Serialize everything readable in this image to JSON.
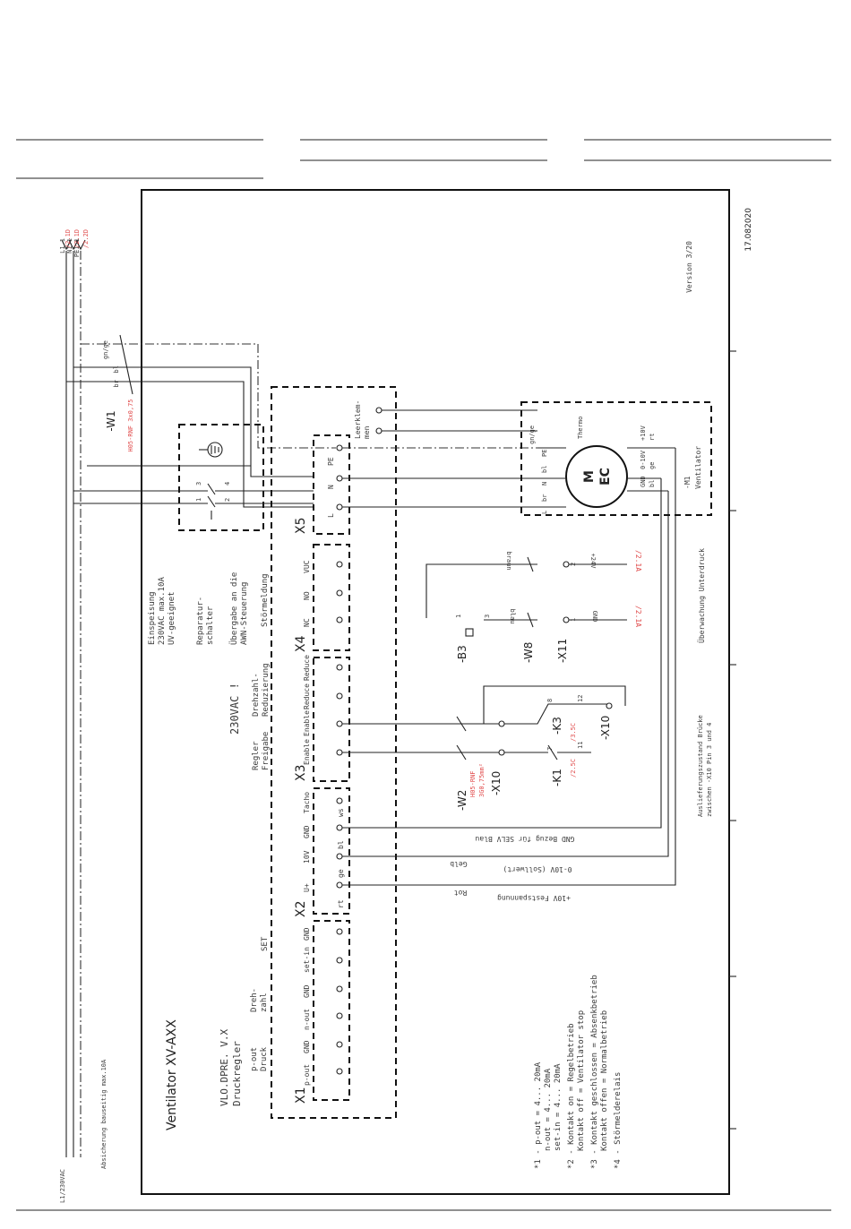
{
  "header": {
    "blocks": 3
  },
  "date": "17.082020",
  "version": "Version 3/20",
  "supply": {
    "lines": [
      "L1.1",
      "N1.1",
      "PE1.1"
    ],
    "refs": [
      "/2.1D",
      "/2.1D",
      "/2.2D"
    ],
    "bottom_label": "L1/230VAC",
    "fuse_note": "Absicherung bauseitig max.10A"
  },
  "cable_w1": {
    "id": "-W1",
    "type": "H05-RNF 3x0,75",
    "wires": [
      "gn/ge",
      "bl",
      "br"
    ]
  },
  "repair_switch": {
    "terms": [
      "1",
      "3",
      "2",
      "4"
    ]
  },
  "notes_rotated": {
    "einspeisung": [
      "Einspeisung",
      "230VAC max.10A",
      "UV-geeignet"
    ],
    "reparatur": [
      "Reparatur-",
      "schalter"
    ],
    "uebergabe": [
      "Übergabe an die",
      "AWN-Steuerung"
    ],
    "stoermeldung": "Störmeldung",
    "v230": "230VAC !",
    "regler": [
      "Regler",
      "Freigabe"
    ],
    "drehzahl": [
      "Drehzahl-",
      "Reduzierung"
    ],
    "controller": [
      "VLO.DPRE. V.X",
      "Druckregler"
    ],
    "title": "Ventilator XV-AXX",
    "pout": [
      "p-out",
      "Druck"
    ],
    "drehzahl2": [
      "Dreh-",
      "zahl"
    ],
    "set": "SET"
  },
  "x5": {
    "id": "X5",
    "terms": [
      "L",
      "N",
      "PE"
    ],
    "leer": [
      "Leerklem-",
      "men"
    ]
  },
  "x4": {
    "id": "X4",
    "terms": [
      "VUC",
      "NO",
      "NC"
    ]
  },
  "x3": {
    "id": "X3",
    "terms": [
      "Reduce",
      "Reduce",
      "Enable",
      "Enable"
    ]
  },
  "x2": {
    "id": "X2",
    "terms": [
      "Tacho",
      "GND",
      "10V",
      "U+"
    ],
    "wires": [
      "ws",
      "bl",
      "ge",
      "rt"
    ]
  },
  "x1": {
    "id": "X1",
    "terms": [
      "GND",
      "set-in",
      "GND",
      "n-out",
      "GND",
      "p-out"
    ]
  },
  "motor": {
    "id": "-M1",
    "name": "Ventilator",
    "symbol": [
      "M",
      "EC"
    ],
    "left_terms": [
      "PE",
      "bl",
      "N",
      "br",
      "L"
    ],
    "left_wires": [
      "gn/ge"
    ],
    "right_terms": [
      "+10V",
      "rt",
      "0-10V",
      "ge",
      "GND",
      "bl"
    ],
    "thermo": "Thermo"
  },
  "sensor": {
    "b3": "-B3",
    "w8": "-W8",
    "x11": "-X11",
    "braun": "braun",
    "blau": "blau",
    "v24": "+24V",
    "gnd": "GND",
    "ref1": "/2.1A",
    "ref2": "/2.1A",
    "caption": "Überwachung Unterdruck",
    "pins": [
      "1",
      "3",
      "1",
      "2"
    ]
  },
  "relays": {
    "w2": "-W2",
    "w2_type": [
      "H05-RNF",
      "3G0,75mm²"
    ],
    "x10a": "-X10",
    "x10b": "-X10",
    "k1": "-K1",
    "k3": "-K3",
    "k1_ref": "/2.5C",
    "k3_ref": "/3.5C",
    "pins": [
      "7",
      "11",
      "8",
      "12",
      "1",
      "2",
      "4"
    ],
    "caption": [
      "Auslieferungszustand Brücke",
      "zwischen -X10 Pin 3 und 4"
    ]
  },
  "signals": {
    "gnd": "GND Bezug für SELV Blau",
    "v010": "0-10V (Sollwert)",
    "gelb": "Gelb",
    "rot": "Rot",
    "v10": "+10V Festspannung"
  },
  "footnotes": [
    "*1 - p-out = 4... 20mA",
    "n-out = 4... 20mA",
    "set-in = 4... 20mA",
    "*2 - Kontakt on = Regelbetrieb",
    "Kontakt off = Ventilator stop",
    "*3 - Kontakt geschlossen = Absenkbetrieb",
    "Kontakt offen = Normalbetrieb",
    "*4 - Störmelderelais"
  ]
}
